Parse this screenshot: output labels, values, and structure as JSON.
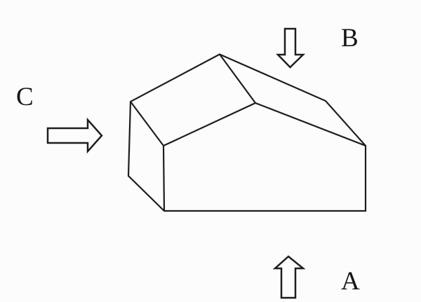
{
  "figure": {
    "type": "projection-view-diagram",
    "subject": "house-shaped prism solid",
    "colors": {
      "background": "#fcfcfc",
      "line": "#1e1e1e",
      "arrow_fill": "#fcfcfc",
      "label_text": "#141414"
    }
  },
  "labels": {
    "a": "A",
    "b": "B",
    "c": "C"
  },
  "arrows": [
    {
      "label": "A",
      "direction": "up",
      "position": "bottom-center"
    },
    {
      "label": "B",
      "direction": "down",
      "position": "top-right"
    },
    {
      "label": "C",
      "direction": "right",
      "position": "middle-left"
    }
  ]
}
